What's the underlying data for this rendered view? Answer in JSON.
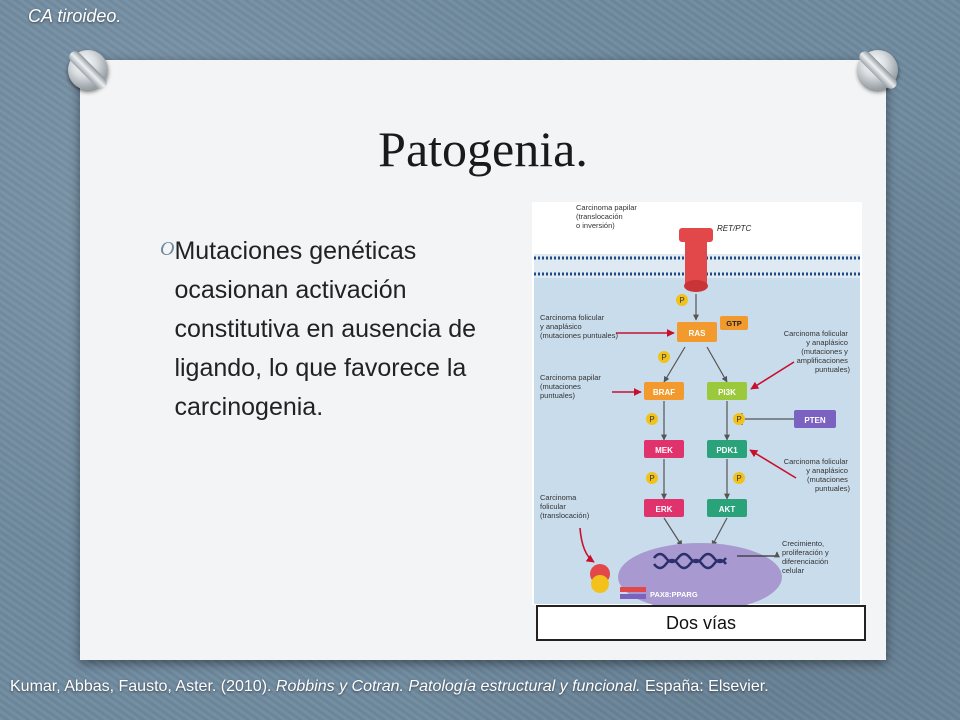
{
  "slide": {
    "corner_title": "CA tiroideo.",
    "title": "Patogenia.",
    "bullet_glyph": "O",
    "bullet_text": "Mutaciones genéticas ocasionan activación constitutiva en ausencia de ligando, lo que favorece la carcinogenia.",
    "caption": "Dos vías",
    "citation": {
      "authors": "Kumar, Abbas, Fausto, Aster. (2010). ",
      "book": "Robbins y Cotran. Patología estructural y funcional.",
      "publisher": " España: Elsevier."
    }
  },
  "figure": {
    "receptor_label": "RET/PTC",
    "receptor_note": [
      "Carcinoma papilar",
      "(translocación",
      "o inversión)"
    ],
    "nodes": {
      "ras": "RAS",
      "gtp": "GTP",
      "braf": "BRAF",
      "pi3k": "PI3K",
      "mek": "MEK",
      "pdk1": "PDK1",
      "erk": "ERK",
      "akt": "AKT",
      "pten": "PTEN",
      "phospho": "P",
      "pax8": "PAX8:PPARG"
    },
    "notes": {
      "ras_left": [
        "Carcinoma folicular",
        "y anaplásico",
        "(mutaciones puntuales)"
      ],
      "braf_left": [
        "Carcinoma papilar",
        "(mutaciones",
        "puntuales)"
      ],
      "pi3k_right": [
        "Carcinoma folicular",
        "y anaplásico",
        "(mutaciones y",
        "amplificaciones",
        "puntuales)"
      ],
      "pdk1_right": [
        "Carcinoma folicular",
        "y anaplásico",
        "(mutaciones",
        "puntuales)"
      ],
      "erk_left": [
        "Carcinoma",
        "folicular",
        "(translocación)"
      ],
      "outcome": [
        "Crecimiento,",
        "proliferación y",
        "diferenciación",
        "celular"
      ]
    }
  }
}
